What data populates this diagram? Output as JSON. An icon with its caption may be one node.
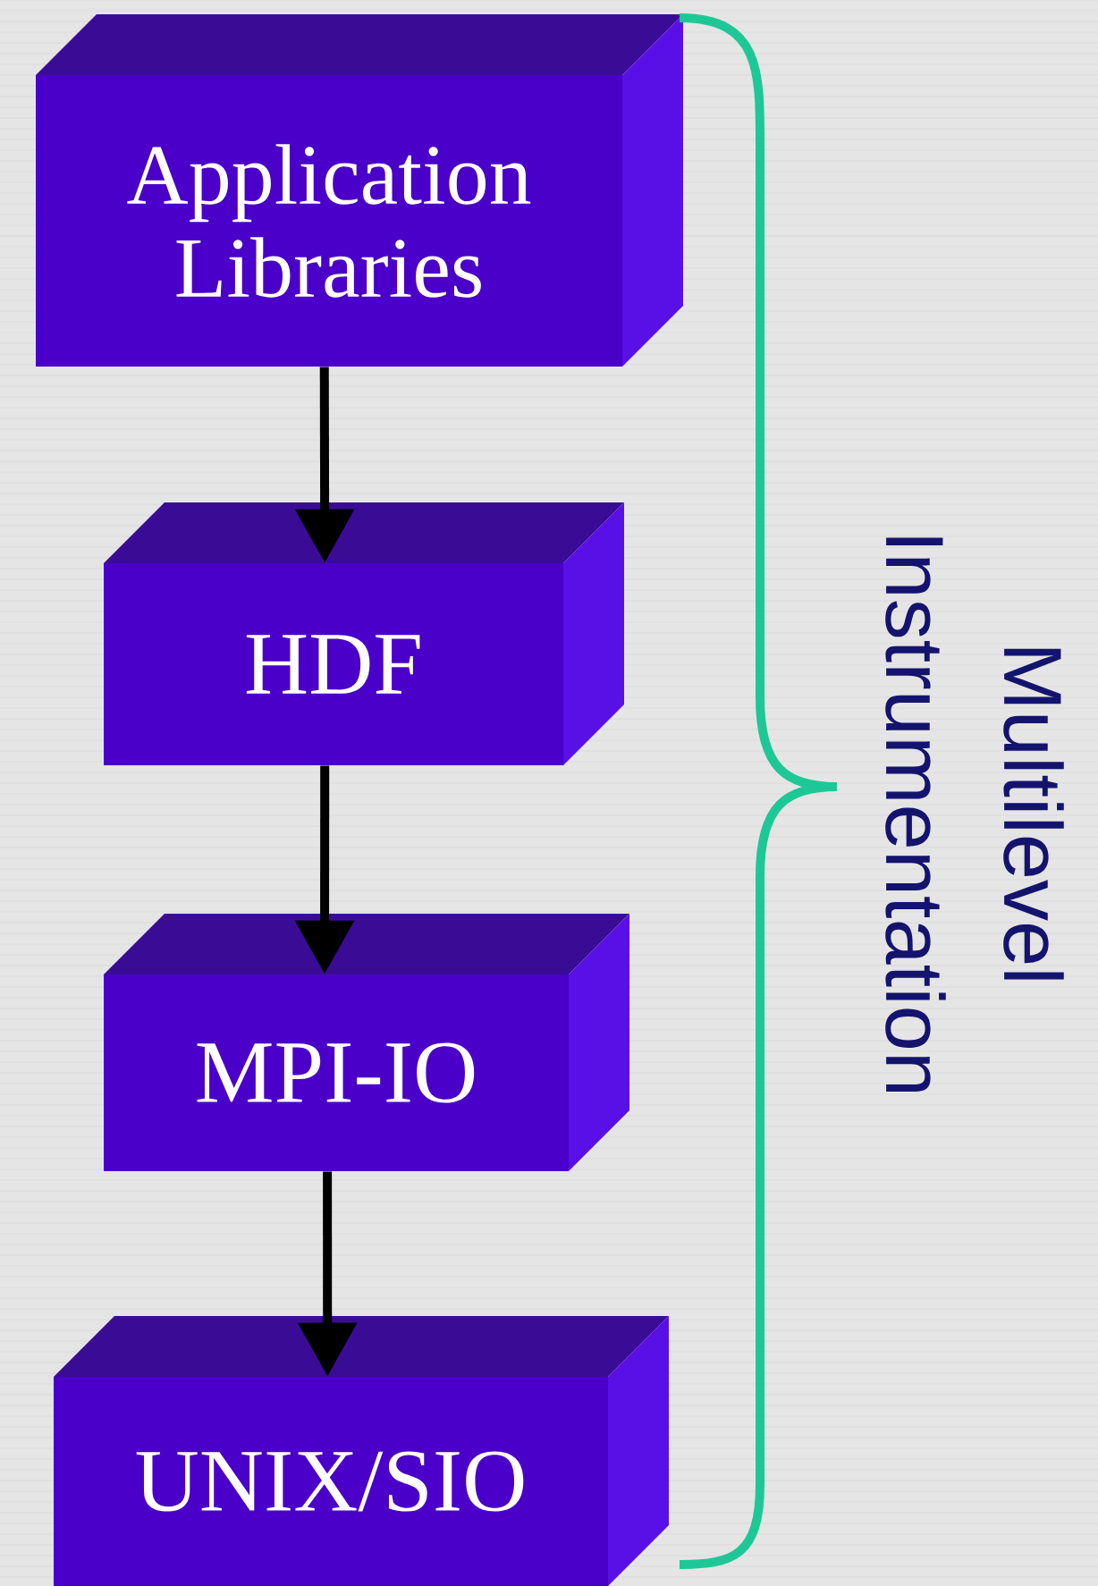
{
  "diagram": {
    "nodes": [
      {
        "text": [
          "Application Libraries"
        ]
      },
      {
        "text": [
          "HDF"
        ]
      },
      {
        "text": [
          "MPI-IO"
        ]
      },
      {
        "text": [
          "UNIX/SIO"
        ]
      }
    ],
    "edges": [
      {
        "from": 0,
        "to": 1,
        "arrow": "to"
      },
      {
        "from": 1,
        "to": 2,
        "arrow": "to"
      },
      {
        "from": 2,
        "to": 3,
        "arrow": "to"
      }
    ],
    "labels": [
      "Multilevel Instrumentation"
    ]
  }
}
